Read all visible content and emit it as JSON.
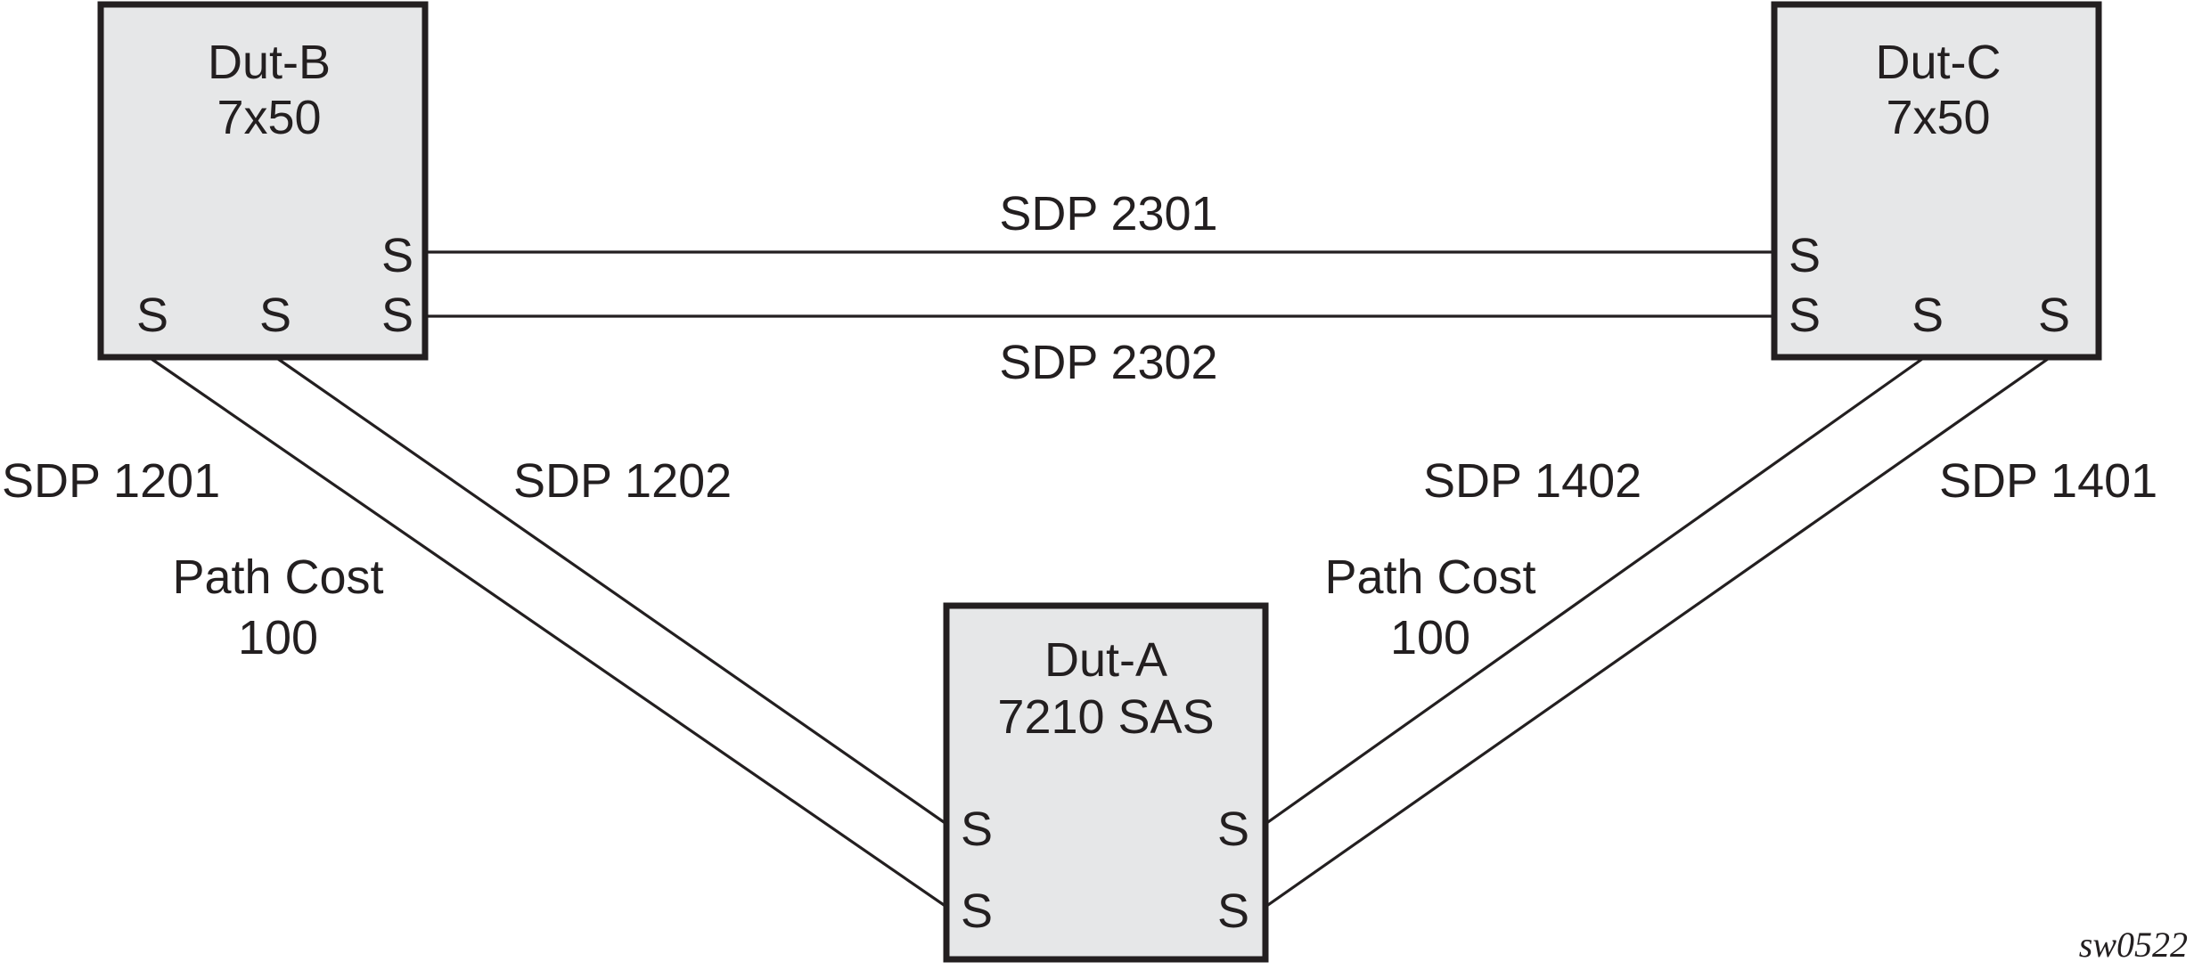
{
  "nodes": {
    "dut_b": {
      "name": "Dut-B",
      "model": "7x50"
    },
    "dut_c": {
      "name": "Dut-C",
      "model": "7x50"
    },
    "dut_a": {
      "name": "Dut-A",
      "model": "7210 SAS"
    }
  },
  "port_label": "S",
  "links": {
    "sdp_2301": "SDP 2301",
    "sdp_2302": "SDP 2302",
    "sdp_1201": "SDP 1201",
    "sdp_1202": "SDP 1202",
    "sdp_1402": "SDP 1402",
    "sdp_1401": "SDP 1401"
  },
  "path_cost": {
    "left": {
      "label": "Path Cost",
      "value": "100"
    },
    "right": {
      "label": "Path Cost",
      "value": "100"
    }
  },
  "figure_id": "sw0522"
}
